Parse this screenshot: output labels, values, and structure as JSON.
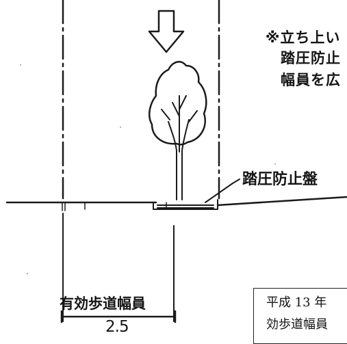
{
  "note": {
    "line1": "※立ち上い",
    "line2": "踏圧防止",
    "line3": "幅員を広"
  },
  "labels": {
    "guard_plate": "踏圧防止盤",
    "effective_width": "有効歩道幅員",
    "dimension": "2.5"
  },
  "text_box": {
    "line1": "平成 13 年",
    "line2": "効歩道幅員"
  },
  "icons": {
    "arrow": "down-arrow-icon",
    "tree": "tree-icon"
  }
}
